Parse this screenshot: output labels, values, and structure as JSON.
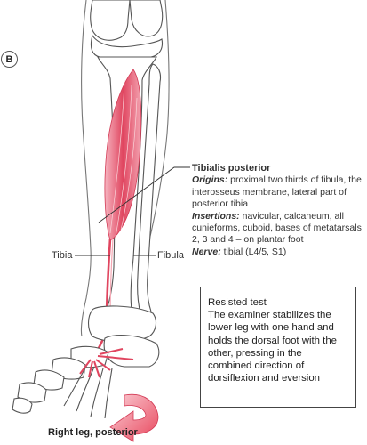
{
  "panel": {
    "letter": "B"
  },
  "labels": {
    "tibia": "Tibia",
    "fibula": "Fibula"
  },
  "muscle_info": {
    "title": "Tibialis posterior",
    "origins_label": "Origins:",
    "origins_text": " proximal two thirds of fibula, the interosseus membrane, lateral part of posterior tibia",
    "insertions_label": "Insertions:",
    "insertions_text": " navicular, calcaneum, all cunieforms, cuboid, bases of metatarsals 2, 3 and 4 – on plantar foot",
    "nerve_label": "Nerve:",
    "nerve_text": " tibial (L4/5, S1)"
  },
  "resisted_test": {
    "title": "Resisted test",
    "body": "The examiner stabilizes the lower leg with one hand and holds the dorsal foot with the other, pressing in the combined direction of dorsiflexion and eversion"
  },
  "caption": "Right leg, posterior",
  "colors": {
    "muscle": "#e0455f",
    "muscle_light": "#f4a7b3",
    "arrow": "#e8465c",
    "outline": "#555555"
  }
}
